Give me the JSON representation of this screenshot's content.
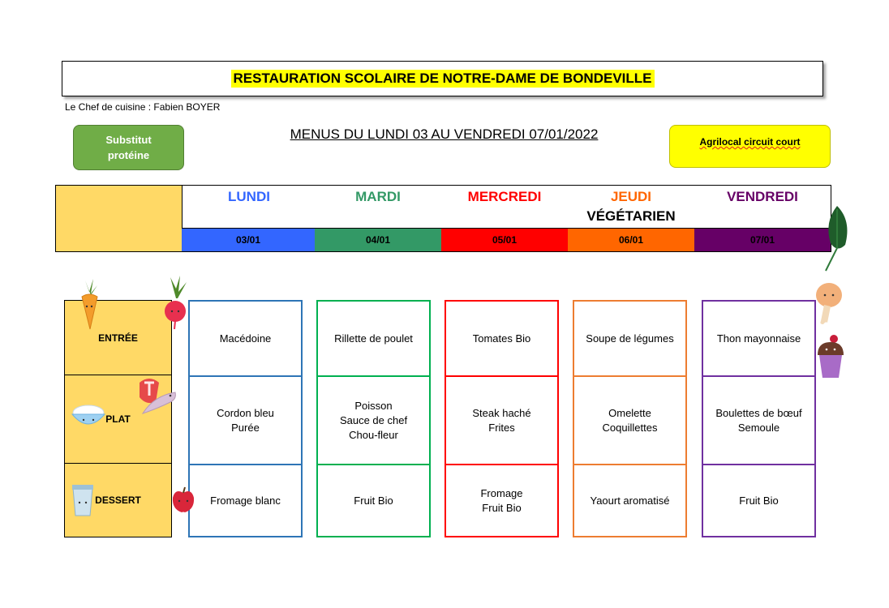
{
  "header": {
    "title": "RESTAURATION SCOLAIRE DE NOTRE-DAME DE BONDEVILLE",
    "chef": "Le Chef de cuisine : Fabien BOYER",
    "subtitle": "MENUS DU LUNDI 03 AU VENDREDI 07/01/2022"
  },
  "legend": {
    "protein_substitute": "Substitut\nprotéine",
    "agrilocal": "Agrilocal circuit court",
    "protein_color": "#70ad47",
    "agrilocal_color": "#ffff00"
  },
  "rows": {
    "entree": "ENTRÉE",
    "plat": "PLAT",
    "dessert": "DESSERT"
  },
  "days": [
    {
      "name": "LUNDI",
      "sub": "",
      "date": "03/01",
      "color": "#3366ff",
      "date_bg": "#3366ff",
      "border": "#2e75b6",
      "entree": "Macédoine",
      "plat": "Cordon bleu\nPurée",
      "dessert": "Fromage blanc"
    },
    {
      "name": "MARDI",
      "sub": "",
      "date": "04/01",
      "color": "#339966",
      "date_bg": "#339966",
      "border": "#00b050",
      "entree": "Rillette de poulet",
      "plat": "Poisson\nSauce de chef\nChou-fleur",
      "dessert": "Fruit Bio"
    },
    {
      "name": "MERCREDI",
      "sub": "",
      "date": "05/01",
      "color": "#ff0000",
      "date_bg": "#ff0000",
      "border": "#ff0000",
      "entree": "Tomates Bio",
      "plat": "Steak haché\nFrites",
      "dessert": "Fromage\nFruit Bio"
    },
    {
      "name": "JEUDI",
      "sub": "VÉGÉTARIEN",
      "date": "06/01",
      "color": "#ff6600",
      "date_bg": "#ff6600",
      "border": "#ed7d31",
      "entree": "Soupe de légumes",
      "plat": "Omelette\nCoquillettes",
      "dessert": "Yaourt aromatisé"
    },
    {
      "name": "VENDREDI",
      "sub": "",
      "date": "07/01",
      "color": "#660066",
      "date_bg": "#660066",
      "border": "#7030a0",
      "entree": "Thon mayonnaise",
      "plat": "Boulettes de bœuf\nSemoule",
      "dessert": "Fruit Bio"
    }
  ],
  "icons": [
    "carrot-icon",
    "radish-icon",
    "rice-bowl-icon",
    "meat-icon",
    "fish-icon",
    "yogurt-icon",
    "apple-icon",
    "spinach-leaf-icon",
    "chicken-leg-icon",
    "cupcake-icon"
  ]
}
